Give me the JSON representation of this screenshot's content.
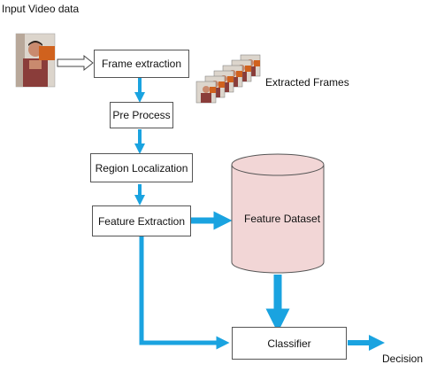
{
  "diagram": {
    "input_label": "Input Video data",
    "extracted_label": "Extracted Frames",
    "nodes": {
      "frame_extraction": "Frame extraction",
      "pre_process": "Pre Process",
      "region_localization": "Region Localization",
      "feature_extraction": "Feature Extraction",
      "feature_dataset": "Feature Dataset",
      "classifier": "Classifier"
    },
    "output_label": "Decision"
  },
  "colors": {
    "arrow_blue": "#1aa3e0",
    "cylinder_fill": "#f2d6d6",
    "box_border": "#555555",
    "skin": "#c98a6e",
    "background_wall": "#dcd5cc"
  }
}
